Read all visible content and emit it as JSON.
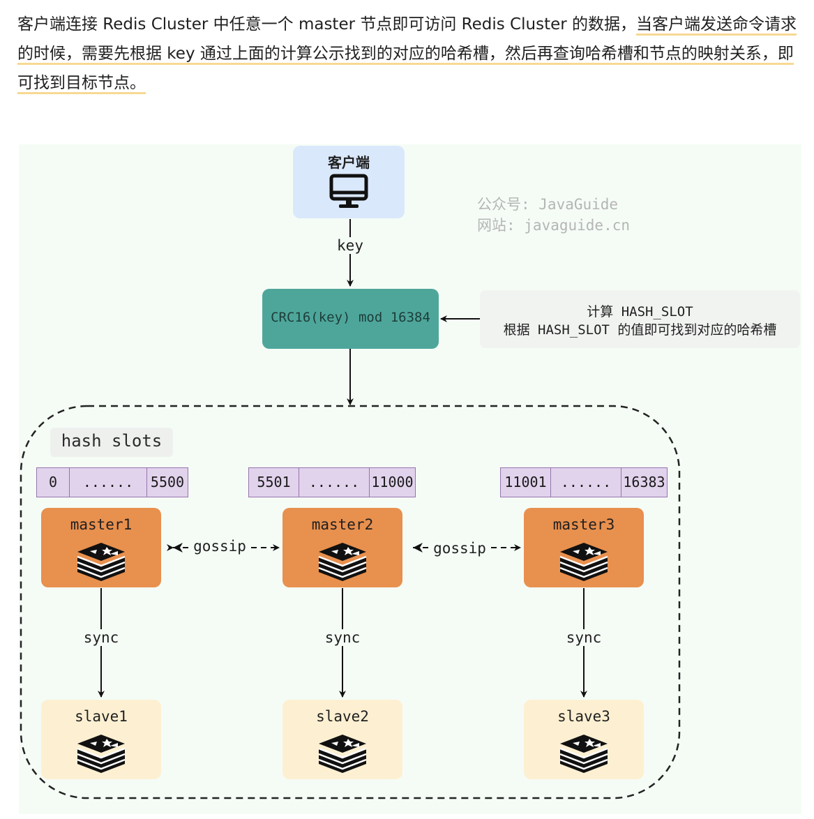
{
  "intro": {
    "plain": "客户端连接 Redis Cluster 中任意一个 master 节点即可访问 Redis Cluster 的数据，",
    "highlight": "当客户端发送命令请求的时候，需要先根据 key 通过上面的计算公示找到的对应的哈希槽，然后再查询哈希槽和节点的映射关系，即可找到目标节点。"
  },
  "diagram": {
    "client_label": "客户端",
    "client_icon": "monitor-icon",
    "key_label": "key",
    "crc_label": "CRC16(key) mod 16384",
    "note_line1": "计算 HASH_SLOT",
    "note_line2": "根据 HASH_SLOT 的值即可找到对应的哈希槽",
    "watermark_line1": "公众号: JavaGuide",
    "watermark_line2": "网站: javaguide.cn",
    "hash_slots_label": "hash slots",
    "slot_ranges": [
      {
        "start": "0",
        "mid": "......",
        "end": "5500"
      },
      {
        "start": "5501",
        "mid": "......",
        "end": "11000"
      },
      {
        "start": "11001",
        "mid": "......",
        "end": "16383"
      }
    ],
    "masters": [
      "master1",
      "master2",
      "master3"
    ],
    "slaves": [
      "slave1",
      "slave2",
      "slave3"
    ],
    "gossip_label": "gossip",
    "sync_label": "sync",
    "node_icon": "redis-icon",
    "colors": {
      "client": "#dae8fc",
      "crc": "#4ea69b",
      "master": "#e8904e",
      "slave": "#fdf0d2",
      "slot_cell": "#e2d3ec",
      "highlight_underline": "#f7d993",
      "canvas": "#f5fcf6"
    }
  }
}
